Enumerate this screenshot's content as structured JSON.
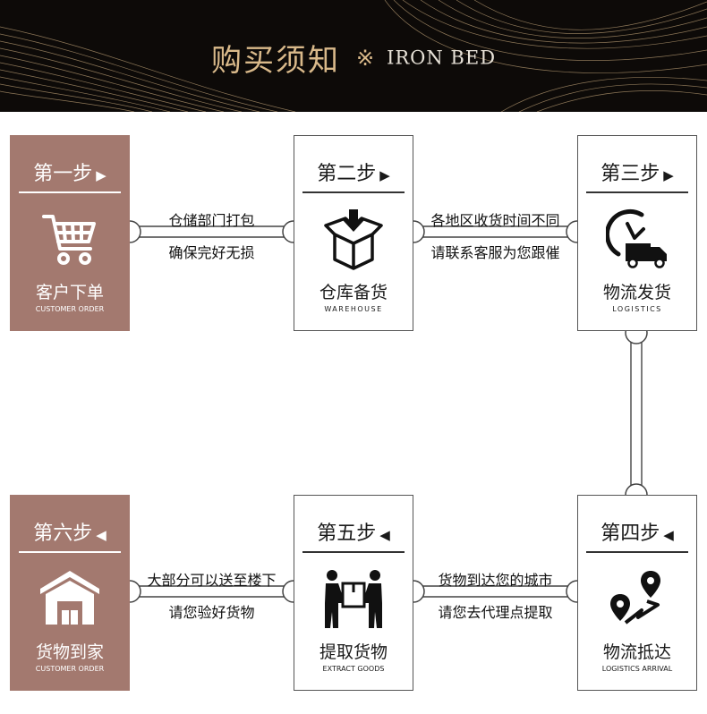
{
  "header": {
    "title_zh": "购买须知",
    "separator": "※",
    "title_en": "IRON BED"
  },
  "steps": [
    {
      "step": "第一步",
      "arrow": "▶",
      "title": "客户下单",
      "subtitle": "CUSTOMER ORDER",
      "icon": "shopping-cart-icon"
    },
    {
      "step": "第二步",
      "arrow": "▶",
      "title": "仓库备货",
      "subtitle": "WAREHOUSE",
      "icon": "package-box-icon"
    },
    {
      "step": "第三步",
      "arrow": "▶",
      "title": "物流发货",
      "subtitle": "LOGISTICS",
      "icon": "delivery-truck-clock-icon"
    },
    {
      "step": "第四步",
      "arrow": "◀",
      "title": "物流抵达",
      "subtitle": "LOGISTICS ARRIVAL",
      "icon": "route-map-pin-icon"
    },
    {
      "step": "第五步",
      "arrow": "◀",
      "title": "提取货物",
      "subtitle": "EXTRACT GOODS",
      "icon": "people-carry-box-icon"
    },
    {
      "step": "第六步",
      "arrow": "◀",
      "title": "货物到家",
      "subtitle": "CUSTOMER ORDER",
      "icon": "warehouse-home-icon"
    }
  ],
  "connectors": [
    {
      "line1": "仓储部门打包",
      "line2": "确保完好无损"
    },
    {
      "line1": "各地区收货时间不同",
      "line2": "请联系客服为您跟催"
    },
    {
      "line1": "货物到达您的城市",
      "line2": "请您去代理点提取"
    },
    {
      "line1": "大部分可以送至楼下",
      "line2": "请您验好货物"
    }
  ],
  "colors": {
    "accent": "#a3796f",
    "banner_bg": "#0d0a08",
    "gold": "#d9b98a",
    "line": "#555555"
  }
}
